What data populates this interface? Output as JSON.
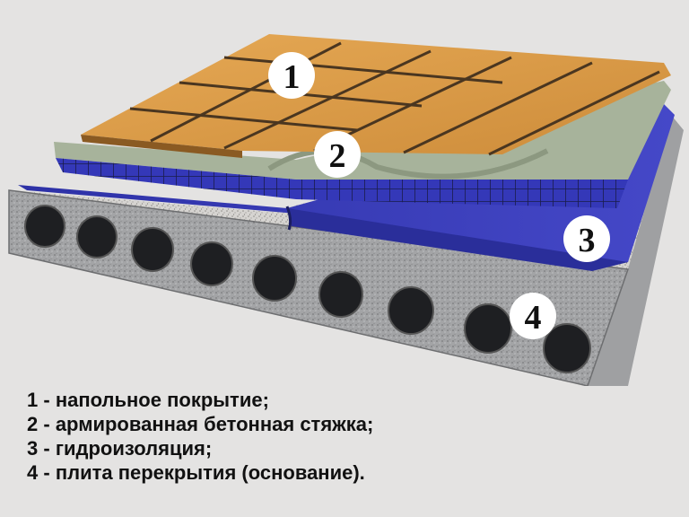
{
  "markers": [
    {
      "id": "1",
      "text": "1"
    },
    {
      "id": "2",
      "text": "2"
    },
    {
      "id": "3",
      "text": "3"
    },
    {
      "id": "4",
      "text": "4"
    }
  ],
  "legend": [
    {
      "number": "1",
      "text": "напольное покрытие;"
    },
    {
      "number": "2",
      "text": "армированная бетонная стяжка;"
    },
    {
      "number": "3",
      "text": "гидроизоляция;"
    },
    {
      "number": "4",
      "text": "плита перекрытия (основание)."
    }
  ],
  "legend_separator": " - ",
  "colors": {
    "background": "#e4e3e2",
    "tile": "#d99a45",
    "tile_grout": "#4a3620",
    "screed": "#a9b59d",
    "membrane": "#3438b8",
    "slab_top": "#d4d2cf",
    "slab_front": "#9c9d9f",
    "marker_fill": "#ffffff"
  }
}
